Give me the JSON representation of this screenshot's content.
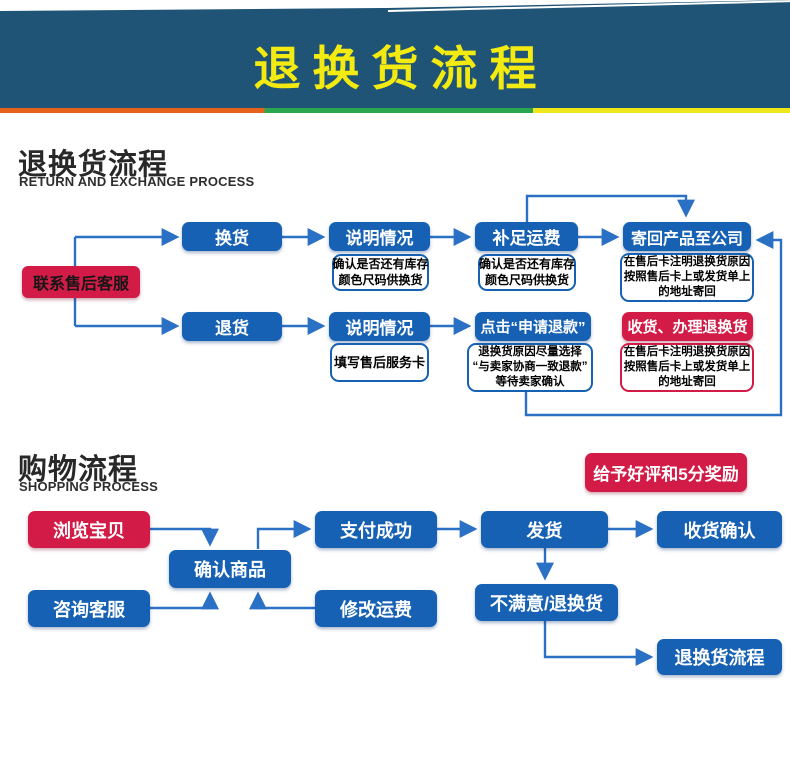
{
  "banner": {
    "title": "退换货流程"
  },
  "colors": {
    "banner_bg": "#1f5477",
    "banner_title_yellow": "#f2ea10",
    "stripe_orange": "#e8611c",
    "stripe_green": "#2aa64f",
    "stripe_yellow": "#efe719",
    "box_blue": "#1661b3",
    "box_red": "#d21c47",
    "arrow_blue": "#2a70c4"
  },
  "section1": {
    "title": "退换货流程",
    "subtitle": "RETURN AND EXCHANGE PROCESS",
    "nodes": {
      "contact": "联系售后客服",
      "exchange": "换货",
      "explain1": "说明情况",
      "shipping": "补足运费",
      "sendback": "寄回产品至公司",
      "return": "退货",
      "explain2": "说明情况",
      "refund": "点击“申请退款”",
      "receive": "收货、办理退换货"
    },
    "notes": {
      "explain1": "确认是否还有库存\n颜色尺码供换货",
      "shipping": "确认是否还有库存\n颜色尺码供换货",
      "sendback": "在售后卡注明退换货原因\n按照售后卡上或发货单上\n的地址寄回",
      "explain2": "填写售后服务卡",
      "refund": "退换货原因尽量选择\n“与卖家协商一致退款”\n等待卖家确认",
      "receive": "在售后卡注明退换货原因\n按照售后卡上或发货单上\n的地址寄回"
    }
  },
  "section2": {
    "title": "购物流程",
    "subtitle": "SHOPPING PROCESS",
    "reward": "给予好评和5分奖励",
    "nodes": {
      "browse": "浏览宝贝",
      "consult": "咨询客服",
      "confirm": "确认商品",
      "pay": "支付成功",
      "modify": "修改运费",
      "ship": "发货",
      "receive": "收货确认",
      "unsatisfied": "不满意/退换货",
      "returnflow": "退换货流程"
    }
  }
}
